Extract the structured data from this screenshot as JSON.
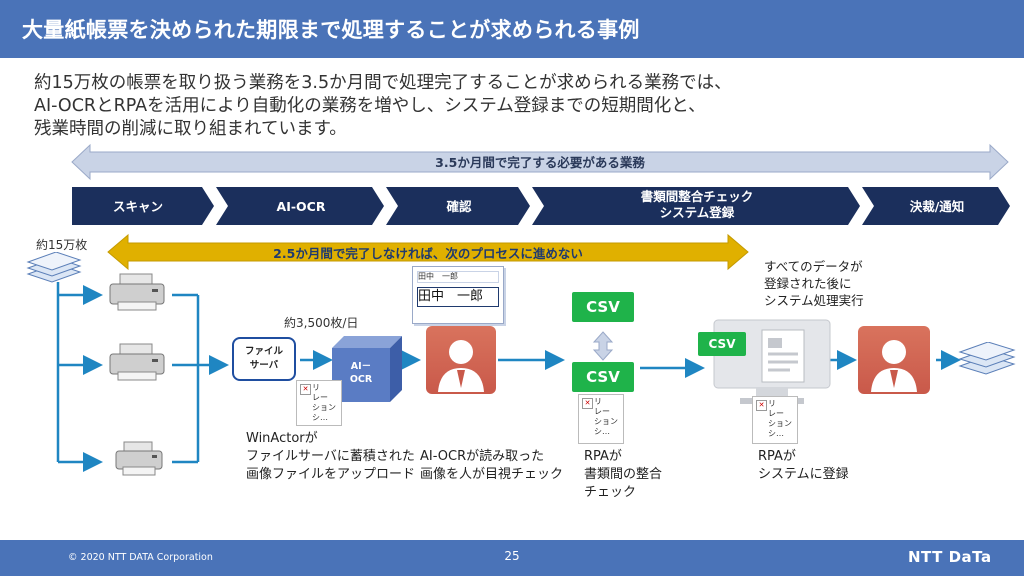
{
  "slide": {
    "title": "大量紙帳票を決められた期限まで処理することが求められる事例",
    "intro_lines": [
      "約15万枚の帳票を取り扱う業務を3.5か月間で処理完了することが求められる業務では、",
      "AI-OCRとRPAを活用により自動化の業務を増やし、システム登録までの短期間化と、",
      "残業時間の削減に取り組まれています。"
    ],
    "top_arrow": "3.5か月間で完了する必要がある業務",
    "steps": [
      "スキャン",
      "AI-OCR",
      "確認",
      "書類間整合チェック",
      "システム登録",
      "決裁/通知"
    ],
    "gold_arrow": "2.5か月間で完了しなければ、次のプロセスに進めない",
    "sheets_count": "約15万枚",
    "daily_rate": "約3,500枚/日",
    "file_server": [
      "ファイル",
      "サーバ"
    ],
    "ai_ocr_box": [
      "AI－",
      "OCR"
    ],
    "handwriting": "田中　一郎",
    "csv_label": "CSV",
    "relation_icon": "リ\nレー\nション\nシ…",
    "relation_icon_2": "リ\nレー\nション\nシ…",
    "relation_icon_3": "リ\nレー\nション\nシ…",
    "system_note": [
      "すべてのデータが",
      "登録された後に",
      "システム処理実行"
    ],
    "captions": {
      "winactor": [
        "WinActorが",
        "ファイルサーバに蓄積された",
        "画像ファイルをアップロード"
      ],
      "ocr_check": [
        "AI-OCRが読み取った",
        "画像を人が目視チェック"
      ],
      "rpa_check": [
        "RPAが",
        "書類間の整合",
        "チェック"
      ],
      "rpa_register": [
        "RPAが",
        "システムに登録"
      ]
    }
  },
  "footer": {
    "copyright": "© 2020 NTT DATA Corporation",
    "page": "25",
    "logo": "NTT DaTa"
  },
  "colors": {
    "title_bar": "#4a73b8",
    "step_navy": "#1b2f5c",
    "gold": "#e0b000",
    "csv_green": "#1fb34a",
    "teal_arrow": "#1f86c2",
    "top_arrow": "#c9d3e6"
  },
  "icons": [
    "paper-stack-icon",
    "printer-icon",
    "person-icon",
    "monitor-icon",
    "document-icon",
    "broken-image-icon"
  ]
}
